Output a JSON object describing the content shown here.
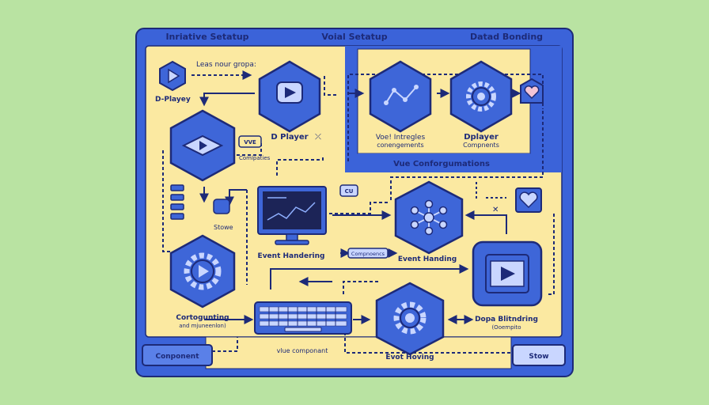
{
  "panels": {
    "initial_setup": "Inriative Setatup",
    "vue_setup": "Voial Setatup",
    "data_binding": "Datad Bonding"
  },
  "labels": {
    "top_left_caption": "Leas nour gropa:",
    "d_player_small": "D-Playey",
    "d_player": "D Player",
    "vue_integ_1": "Voe! Intregles",
    "vue_integ_2": "conengements",
    "dplayer_top": "Dplayer",
    "dplayer_bottom": "Compnents",
    "vue_configurations": "Vue Conforgumations",
    "vue_badge": "VVE",
    "completion": "Comlpaties",
    "stowe": "Stowe",
    "cu_tag": "CU",
    "event_handering": "Event Handering",
    "compnoents_tag": "Compnoencs",
    "event_handing": "Event Handing",
    "configurating_1": "Cortogunting",
    "configurating_2": "and mjuneenlon)",
    "vue_component": "vlue componant",
    "event_hoving": "Evot Hoving",
    "data_binding_bottom_1": "Dopa Blitndring",
    "data_binding_bottom_2": "(Ooempito"
  },
  "buttons": {
    "component": "Conponent",
    "stow": "Stow"
  },
  "colors": {
    "background": "#b9e3a2",
    "panel": "#fbe9a1",
    "frame": "#3b63d9",
    "hex_fill": "#3e66d8",
    "outline": "#1d2a78",
    "icon_light": "#c9d6ff"
  },
  "icons": [
    "play-icon",
    "play-icon",
    "play-icon",
    "line-graph-icon",
    "gear-icon",
    "heart-icon",
    "heart-icon",
    "computer-monitor-icon",
    "network-node-icon",
    "gear-play-icon",
    "gear-icon",
    "keyboard-icon",
    "film-play-icon"
  ]
}
